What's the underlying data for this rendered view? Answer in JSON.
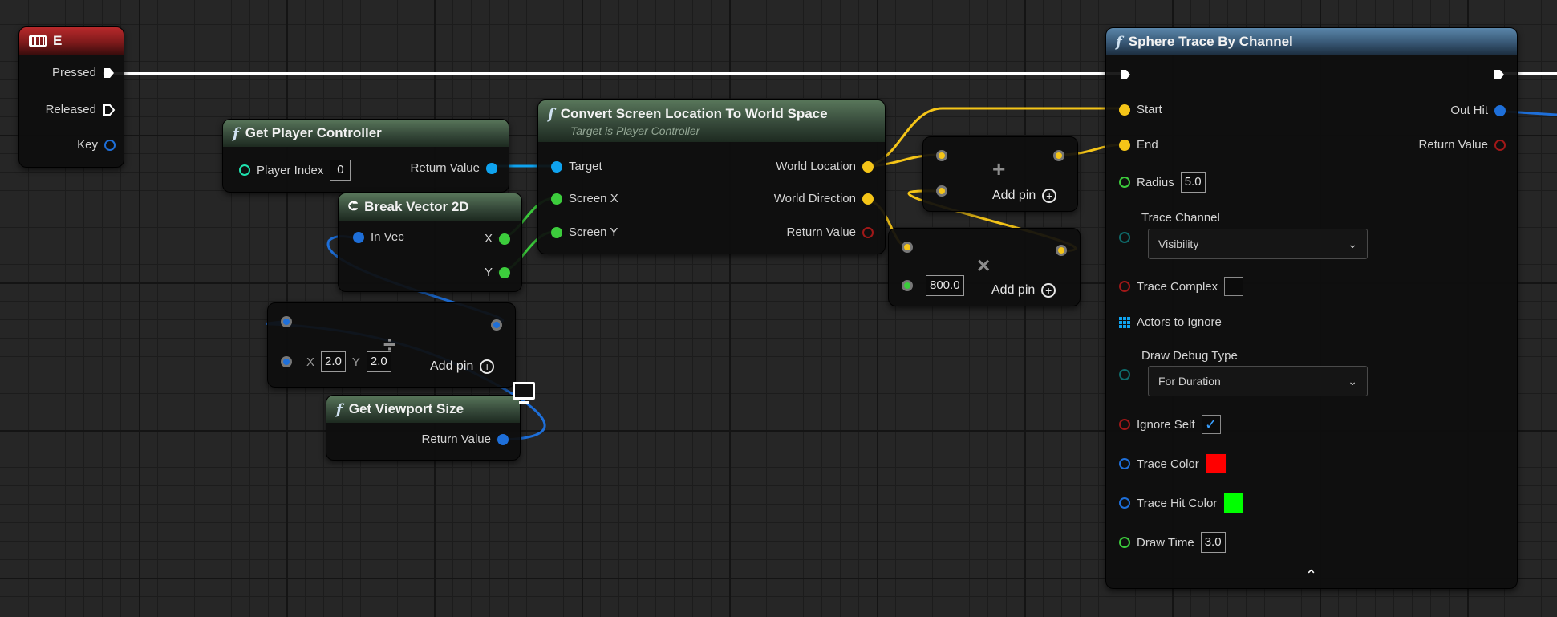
{
  "colors": {
    "exec": "#ffffff",
    "vector": "#f5c518",
    "vector2d": "#1e6fd9",
    "float": "#3ccc3c",
    "object": "#0fa3ef",
    "bool": "#a01818",
    "byte": "#0f6a6a",
    "integer": "#1fe3af"
  },
  "key_event": {
    "title": "E",
    "icon": "keyboard-icon",
    "pins": {
      "pressed": "Pressed",
      "released": "Released",
      "key": "Key"
    }
  },
  "get_player_controller": {
    "title": "Get Player Controller",
    "player_index_label": "Player Index",
    "player_index_value": "0",
    "return_label": "Return Value"
  },
  "break_vector": {
    "title": "Break Vector 2D",
    "in_label": "In Vec",
    "x_label": "X",
    "y_label": "Y"
  },
  "divide_node": {
    "x_label": "X",
    "x_value": "2.0",
    "y_label": "Y",
    "y_value": "2.0",
    "add_pin": "Add pin"
  },
  "get_viewport": {
    "title": "Get Viewport Size",
    "return_label": "Return Value"
  },
  "convert_screen": {
    "title": "Convert Screen Location To World Space",
    "subtitle": "Target is Player Controller",
    "target": "Target",
    "screen_x": "Screen X",
    "screen_y": "Screen Y",
    "world_location": "World Location",
    "world_direction": "World Direction",
    "return_value": "Return Value"
  },
  "add_node": {
    "add_pin": "Add pin"
  },
  "multiply_node": {
    "value": "800.0",
    "add_pin": "Add pin"
  },
  "sphere_trace": {
    "title": "Sphere Trace By Channel",
    "start": "Start",
    "end": "End",
    "radius_label": "Radius",
    "radius_value": "5.0",
    "trace_channel_label": "Trace Channel",
    "trace_channel_value": "Visibility",
    "trace_complex": "Trace Complex",
    "actors_to_ignore": "Actors to Ignore",
    "draw_debug_label": "Draw Debug Type",
    "draw_debug_value": "For Duration",
    "ignore_self": "Ignore Self",
    "trace_color": "Trace Color",
    "trace_color_value": "#ff0000",
    "trace_hit_color": "Trace Hit Color",
    "trace_hit_color_value": "#00ff00",
    "draw_time_label": "Draw Time",
    "draw_time_value": "3.0",
    "out_hit": "Out Hit",
    "return_value": "Return Value"
  }
}
